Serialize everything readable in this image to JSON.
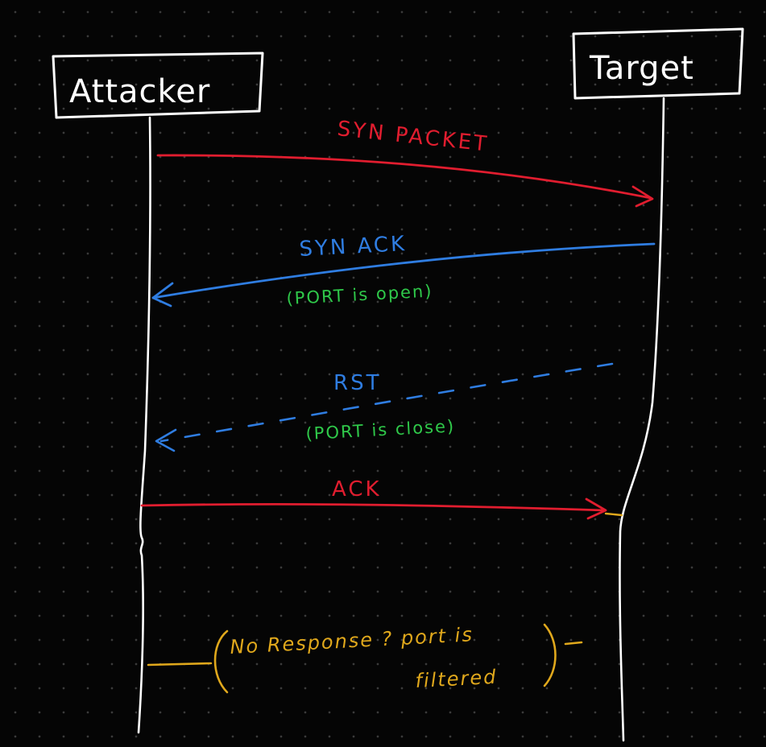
{
  "actors": {
    "left": "Attacker",
    "right": "Target"
  },
  "messages": {
    "syn": {
      "label": "SYN PACKET"
    },
    "syn_ack": {
      "label": "SYN ACK",
      "note": "(PORT is open)"
    },
    "rst": {
      "label": "RST",
      "note": "(PORT is close)"
    },
    "ack": {
      "label": "ACK"
    },
    "no_response": {
      "line1": "No Response ? port is",
      "line2": "filtered"
    }
  },
  "colors": {
    "background": "#050505",
    "grid_dot": "#3b3b3b",
    "lifeline": "#ffffff",
    "syn": "#e11d2f",
    "syn_ack": "#2f7de1",
    "rst": "#2f7de1",
    "note": "#2fc94a",
    "ack": "#e11d2f",
    "no_response": "#e0a81c"
  }
}
